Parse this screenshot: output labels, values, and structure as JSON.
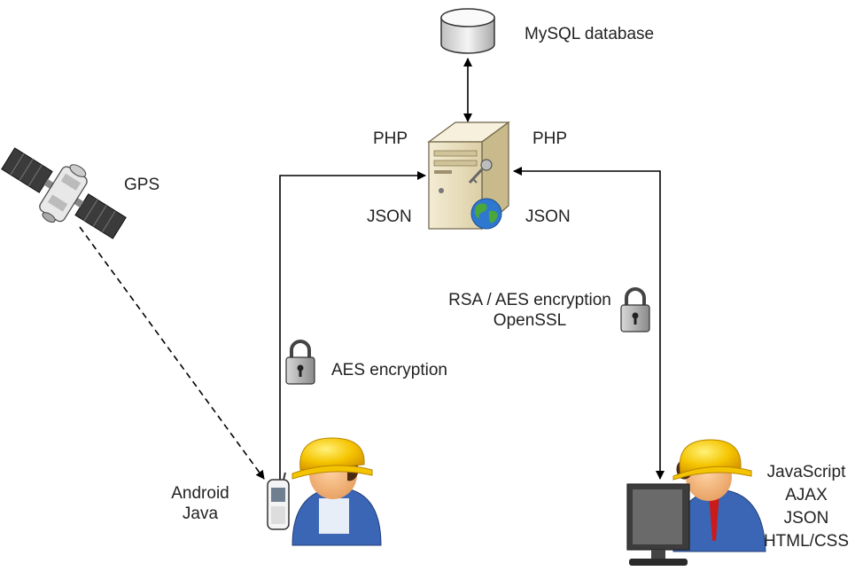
{
  "labels": {
    "database": "MySQL database",
    "php_left": "PHP",
    "php_right": "PHP",
    "json_left": "JSON",
    "json_right": "JSON",
    "gps": "GPS",
    "rsa_line1": "RSA / AES encryption",
    "rsa_line2": "OpenSSL",
    "aes": "AES encryption",
    "android_line1": "Android",
    "android_line2": "Java",
    "web_line1": "JavaScript",
    "web_line2": "AJAX",
    "web_line3": "JSON",
    "web_line4": "HTML/CSS"
  },
  "icons": {
    "database": "database-icon",
    "server": "server-icon",
    "satellite": "satellite-icon",
    "lock": "padlock-icon",
    "mobile_user": "worker-with-phone-icon",
    "desktop_user": "worker-at-computer-icon"
  },
  "colors": {
    "hardhat": "#f5c400",
    "shirt_blue": "#3a66b5",
    "server_beige": "#ece2c4",
    "globe_blue": "#2f78d0",
    "globe_green": "#4aa83a",
    "tie_red": "#cc1a1a"
  }
}
